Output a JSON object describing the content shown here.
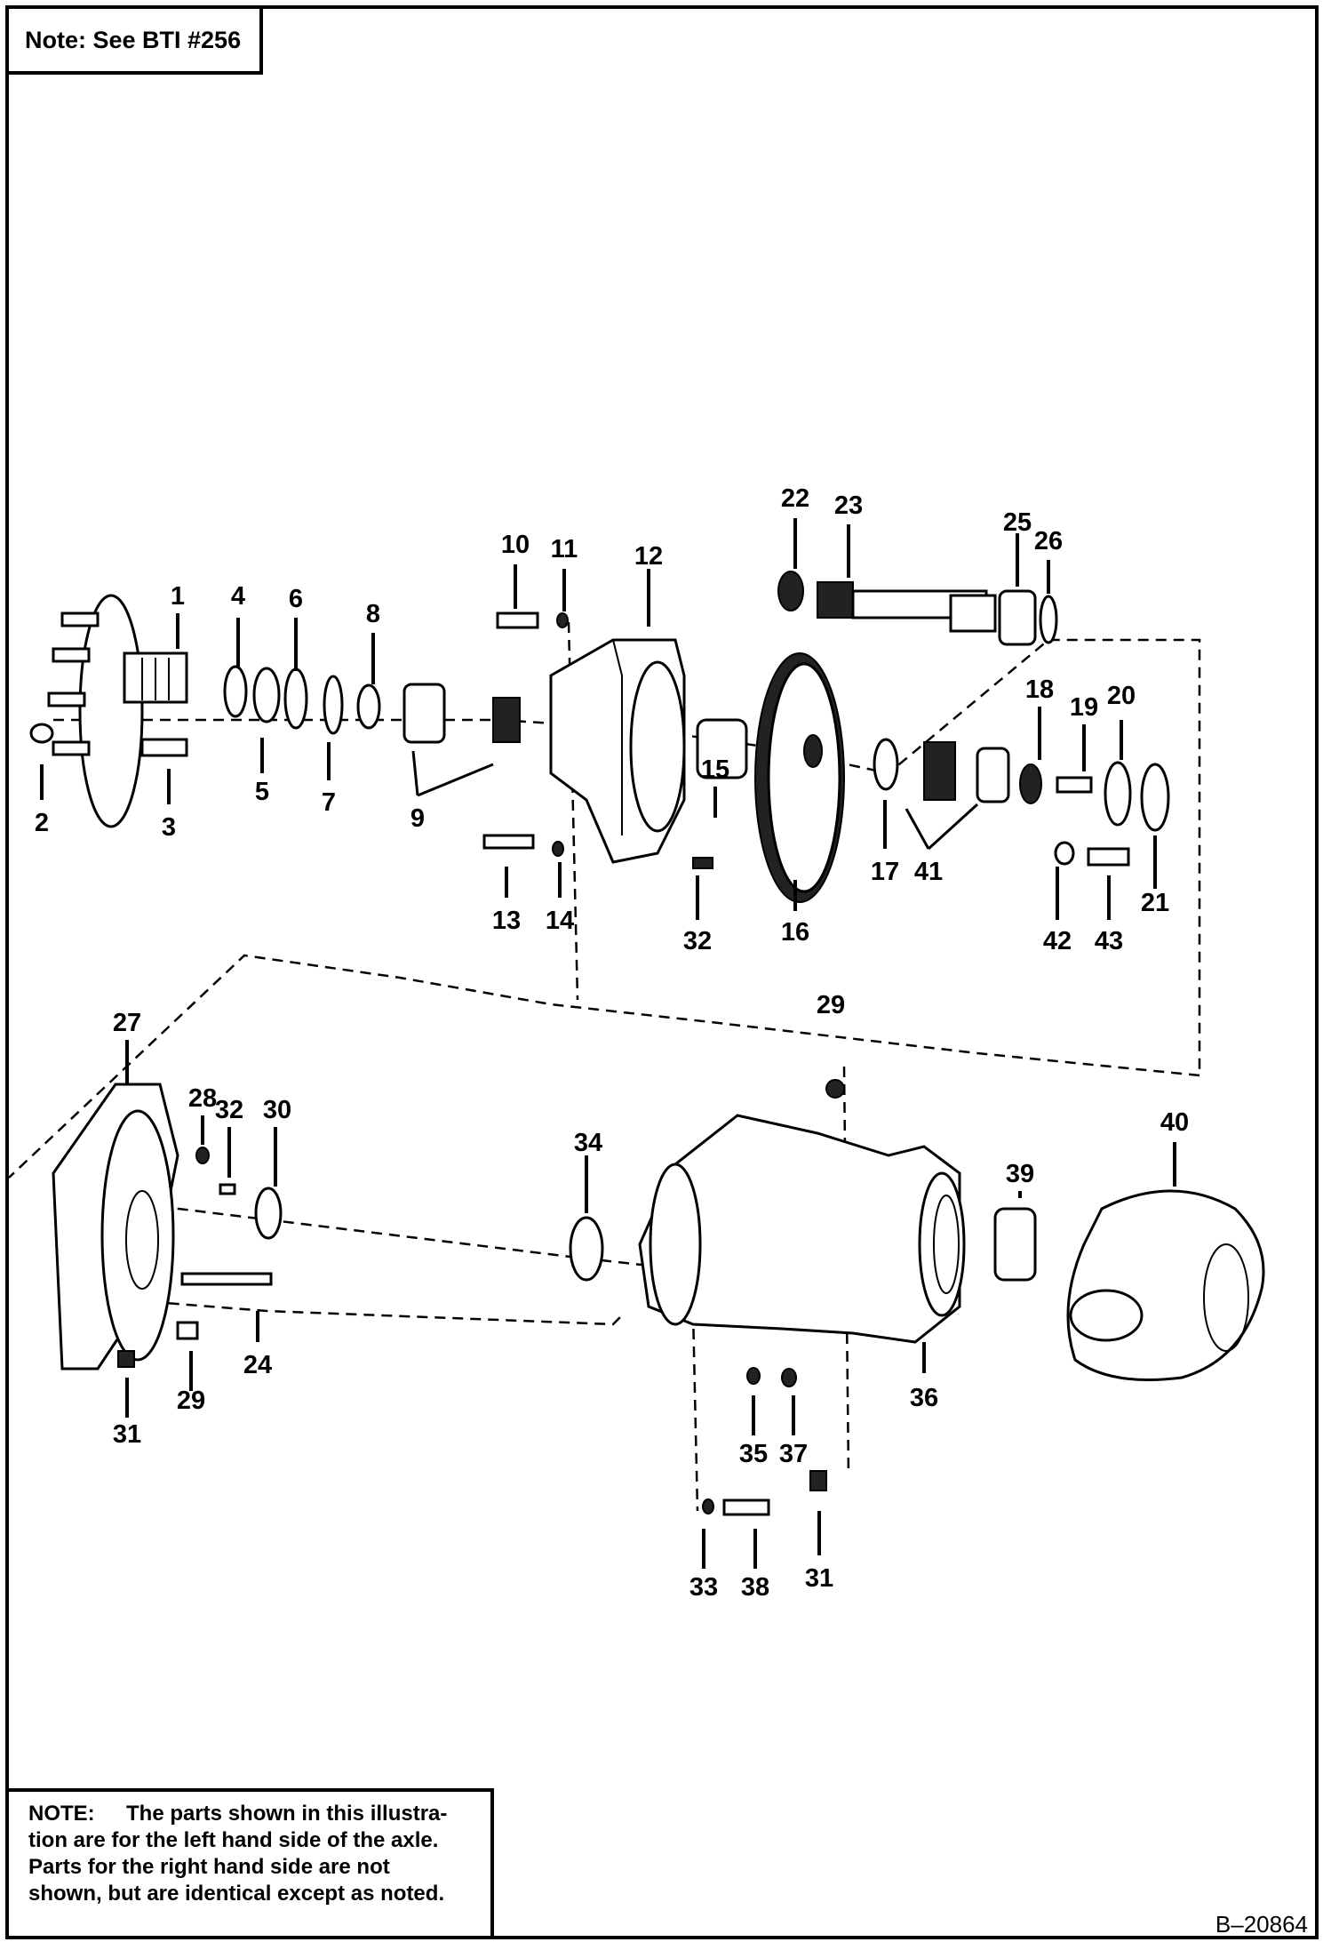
{
  "note_top": "Note: See BTI #256",
  "note_bottom": {
    "label": "NOTE:",
    "line1": "The parts shown in this illustra-",
    "line2": "tion are for the left hand side of the axle.",
    "line3": "Parts for the right hand side are not",
    "line4": "shown, but are identical except as noted."
  },
  "figure_ref": "B–20864",
  "callouts": [
    "1",
    "2",
    "3",
    "4",
    "5",
    "6",
    "7",
    "8",
    "9",
    "10",
    "11",
    "12",
    "13",
    "14",
    "15",
    "16",
    "17",
    "41",
    "18",
    "19",
    "20",
    "21",
    "42",
    "43",
    "22",
    "23",
    "25",
    "26",
    "32",
    "27",
    "28",
    "32",
    "30",
    "29",
    "31",
    "24",
    "34",
    "29",
    "39",
    "40",
    "36",
    "35",
    "37",
    "33",
    "38",
    "31"
  ]
}
